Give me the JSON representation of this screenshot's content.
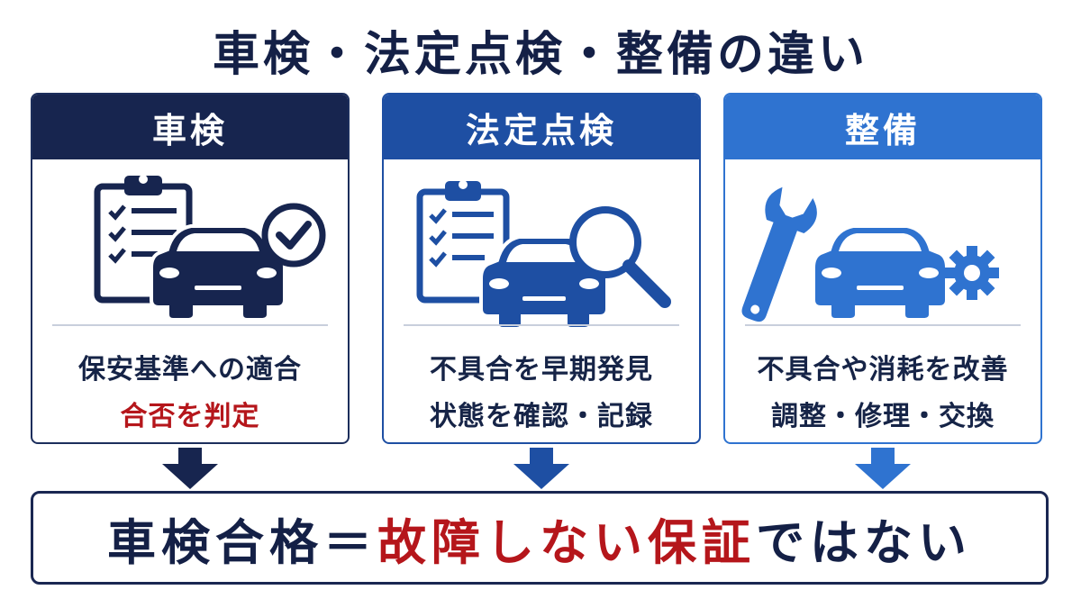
{
  "title": "車検・法定点検・整備の違い",
  "colors": {
    "navy": "#17254f",
    "blue": "#1e4fa3",
    "light_blue": "#2f73d0",
    "red": "#b5161b"
  },
  "cards": [
    {
      "header": "車検",
      "icon": "clipboard-car-check-icon",
      "line1": "保安基準への適合",
      "line2": "合否を判定"
    },
    {
      "header": "法定点検",
      "icon": "clipboard-car-magnifier-icon",
      "line1": "不具合を早期発見",
      "line2": "状態を確認・記録"
    },
    {
      "header": "整備",
      "icon": "wrench-car-gear-icon",
      "line1": "不具合や消耗を改善",
      "line2": "調整・修理・交換"
    }
  ],
  "result": {
    "part1": "車検合格＝",
    "part2": "故障しない保証",
    "part3": "ではない"
  }
}
